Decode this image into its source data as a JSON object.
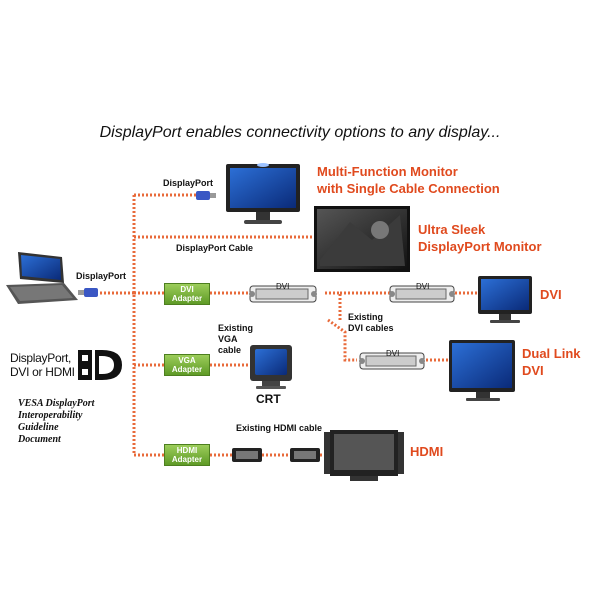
{
  "title": "DisplayPort enables connectivity options to any display...",
  "labels": {
    "displayport_top": "DisplayPort",
    "displayport_laptop": "DisplayPort",
    "displayport_cable": "DisplayPort Cable",
    "dvi_connector_1": "DVI",
    "dvi_connector_2": "DVI",
    "dvi_connector_3": "DVI",
    "existing_dvi": [
      "Existing",
      "DVI cables"
    ],
    "existing_vga": [
      "Existing",
      "VGA",
      "cable"
    ],
    "existing_hdmi": "Existing HDMI cable",
    "crt": "CRT"
  },
  "displays": {
    "multi_function": [
      "Multi-Function Monitor",
      "with Single Cable Connection"
    ],
    "ultra_sleek": [
      "Ultra Sleek",
      "DisplayPort Monitor"
    ],
    "dvi": "DVI",
    "dual_link": [
      "Dual Link",
      "DVI"
    ],
    "hdmi": "HDMI"
  },
  "adapters": {
    "dvi": [
      "DVI",
      "Adapter"
    ],
    "vga": [
      "VGA",
      "Adapter"
    ],
    "hdmi": [
      "HDMI",
      "Adapter"
    ]
  },
  "logo": {
    "text": [
      "DisplayPort,",
      "DVI or HDMI"
    ]
  },
  "vesa_doc": [
    "VESA DisplayPort",
    "Interoperability",
    "Guideline",
    "Document"
  ],
  "colors": {
    "cable": "#e86a3a",
    "label_red": "#e04a1e",
    "adapter_green": "#6fae30"
  }
}
